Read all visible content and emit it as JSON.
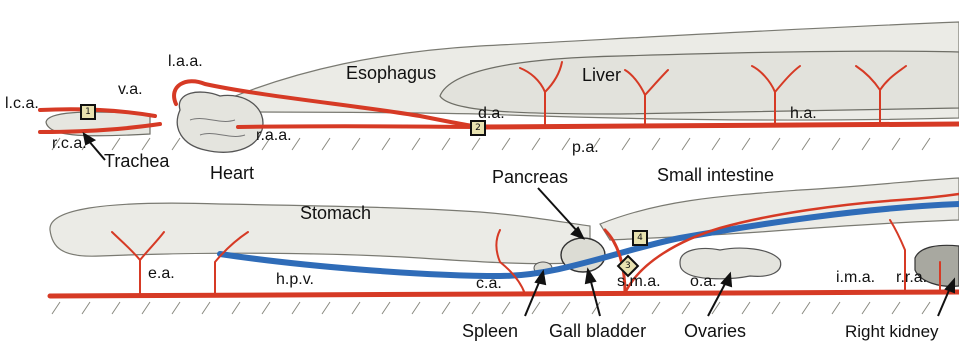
{
  "colors": {
    "artery": "#d63a25",
    "vein": "#2f6cb8",
    "organ_fill": "#ebebe6",
    "organ_edge": "#7a7a72",
    "marker_fill": "#e8e2b0"
  },
  "labels": {
    "lca": "l.c.a.",
    "va": "v.a.",
    "laa": "l.a.a.",
    "esophagus": "Esophagus",
    "liver": "Liver",
    "rca": "r.c.a.",
    "trachea": "Trachea",
    "heart": "Heart",
    "raa": "r.a.a.",
    "da": "d.a.",
    "pa": "p.a.",
    "ha": "h.a.",
    "pancreas": "Pancreas",
    "small_intestine": "Small intestine",
    "stomach": "Stomach",
    "ea": "e.a.",
    "hpv": "h.p.v.",
    "ca": "c.a.",
    "sma": "s.m.a.",
    "oa": "o.a.",
    "ima": "i.m.a.",
    "rra": "r.r.a.",
    "spleen": "Spleen",
    "gall_bladder": "Gall bladder",
    "ovaries": "Ovaries",
    "right_kidney": "Right kidney"
  },
  "markers": [
    "1",
    "2",
    "3",
    "4"
  ]
}
